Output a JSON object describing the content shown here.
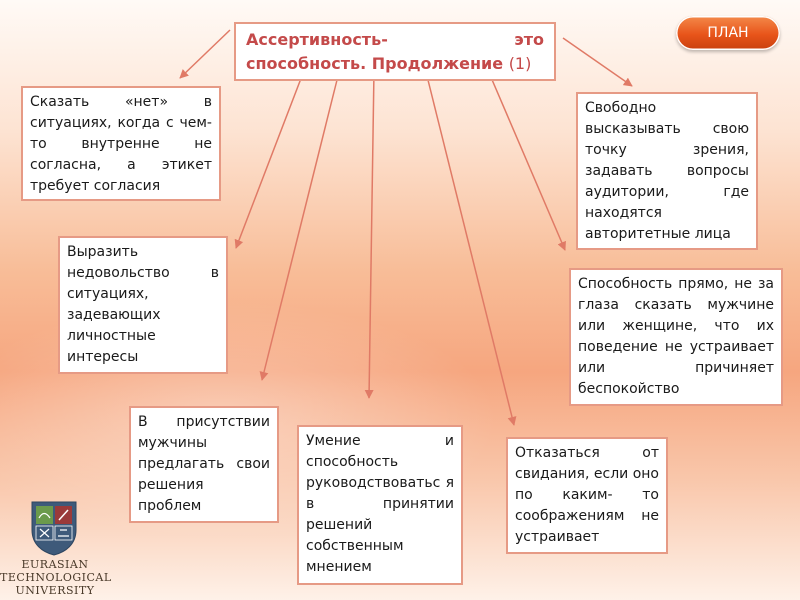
{
  "header": {
    "title_line1_left": "Ассертивность-",
    "title_line1_right": "это",
    "title_line2": "способность. Продолжение",
    "title_number": "(1)"
  },
  "nav": {
    "plan_label": "ПЛАН"
  },
  "boxes": [
    "Сказать «нет» в ситуациях, когда с чем- то внутренне не согласна, а этикет требует согласия",
    "Выразить недовольство в ситуациях, задевающих личностные интересы",
    "В присутствии мужчины предлагать свои решения проблем",
    "Умение и способность руководствоватьс я в принятии решений собственным мнением",
    "Отказаться от свидания, если оно по каким- то соображениям не устраивает",
    "Способность прямо, не за глаза сказать мужчине или женщине, что их поведение не устраивает или причиняет беспокойство",
    "Свободно высказывать свою точку зрения, задавать вопросы аудитории, где находятся авторитетные лица"
  ],
  "logo": {
    "line1": "EURASIAN",
    "line2": "TECHNOLOGICAL",
    "line3": "UNIVERSITY"
  },
  "colors": {
    "accent_text": "#c44a4a",
    "box_border": "#e69a85",
    "arrow": "#e07a66",
    "plan_button": "#e8541a"
  }
}
